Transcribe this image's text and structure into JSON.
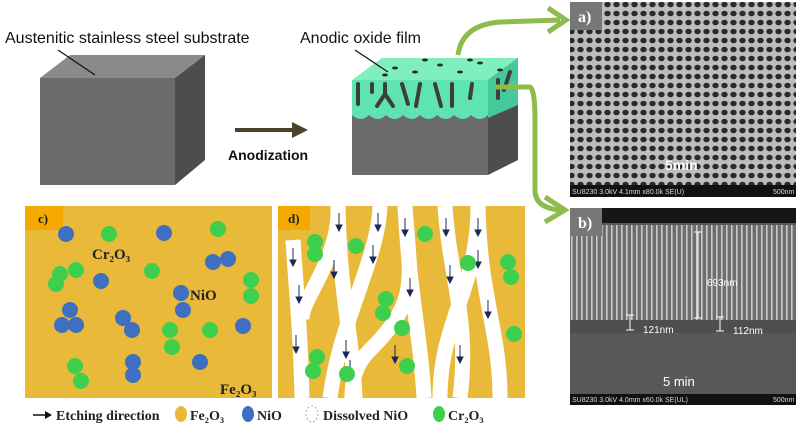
{
  "top": {
    "substrate_label": "Austenitic stainless steel substrate",
    "film_label": "Anodic oxide film",
    "process_label": "Anodization"
  },
  "panel_a": {
    "label": "a)",
    "time": "5min",
    "info": "SU8230 3.0kV 4.1mm x80.0k SE(U)",
    "scale": "500nm"
  },
  "panel_b": {
    "label": "b)",
    "time": "5 min",
    "info": "SU8230 3.0kV 4.0mm x60.0k SE(UL)",
    "scale": "500nm",
    "thickness_film": "693nm",
    "thickness_left": "121nm",
    "thickness_right": "112nm"
  },
  "panel_c": {
    "label": "c)",
    "cr2o3": "Cr₂O₃",
    "nio": "NiO",
    "fe2o3": "Fe₂O₃"
  },
  "panel_d": {
    "label": "d)"
  },
  "legend": {
    "etching": "Etching direction",
    "fe2o3": "Fe₂O₃",
    "nio": "NiO",
    "dissolved": "Dissolved NiO",
    "cr2o3": "Cr₂O₃"
  },
  "colors": {
    "fe2o3": "#e9b93a",
    "nio": "#3f6fc0",
    "cr2o3": "#3fcf4f",
    "film": "#5fe3b0",
    "arrow_green": "#8dbb4c",
    "steel": "#6b6b6b"
  }
}
